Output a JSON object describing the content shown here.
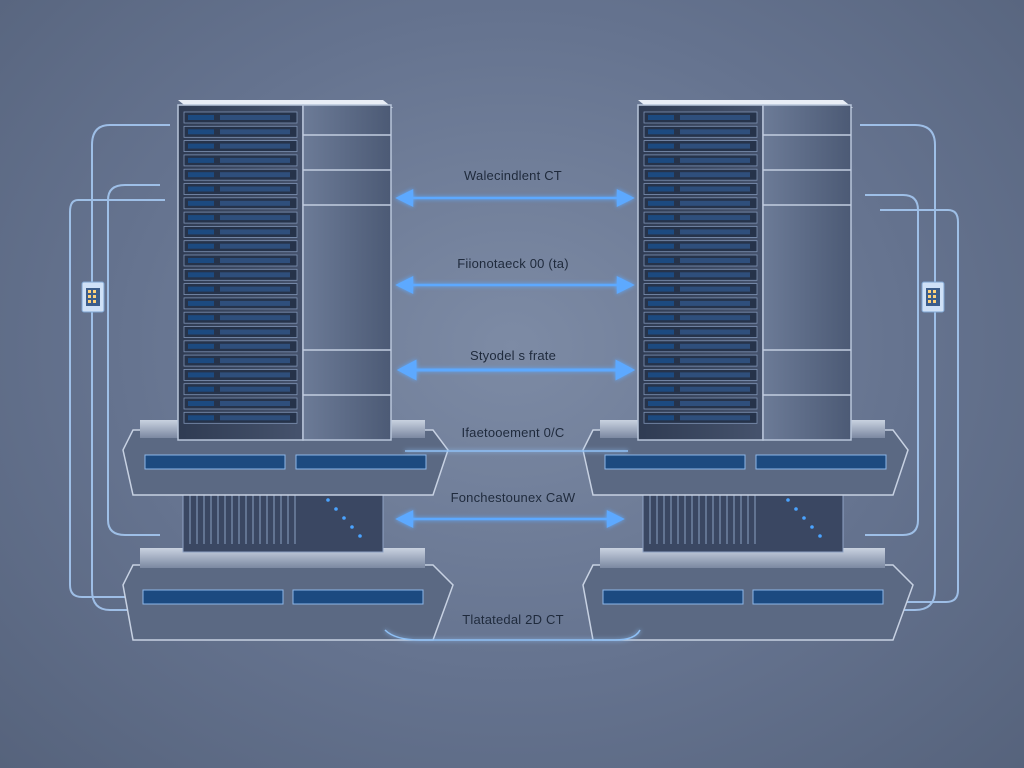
{
  "diagram": {
    "connection_labels": [
      "Walecindlent CT",
      "Fiionotaeck 00 (ta)",
      "Styodel s frate",
      "Ifaetooement 0/C",
      "Fonchestounex CaW",
      "Tlatatedal 2D CT"
    ],
    "colors": {
      "background": "#65738f",
      "rack_front": "#3b4963",
      "rack_side": "#5d6c87",
      "rack_top": "#e9eef6",
      "drive_slot": "#1c4a80",
      "accent_blue": "#4aa3ff",
      "cable": "#9cc8ff"
    },
    "icons": [
      "server-rack-left",
      "server-rack-right",
      "network-port-icon-left",
      "network-port-icon-right"
    ]
  }
}
